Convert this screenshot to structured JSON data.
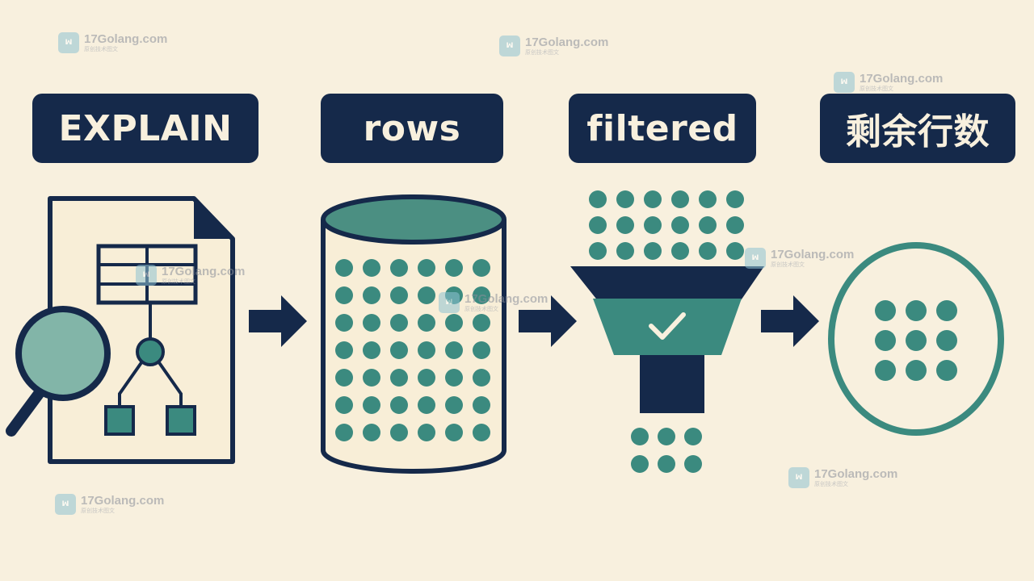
{
  "stages": [
    {
      "id": "explain",
      "label": "EXPLAIN"
    },
    {
      "id": "rows",
      "label": "rows"
    },
    {
      "id": "filtered",
      "label": "filtered"
    },
    {
      "id": "remaining",
      "label": "剩余行数"
    }
  ],
  "watermark": {
    "site": "17Golang.com",
    "subtitle": "原创技术图文",
    "logo_text": "ꟽ"
  },
  "colors": {
    "background": "#f8f0de",
    "navy": "#15294a",
    "teal": "#3b8a7f",
    "light_teal": "#82b5a8"
  }
}
